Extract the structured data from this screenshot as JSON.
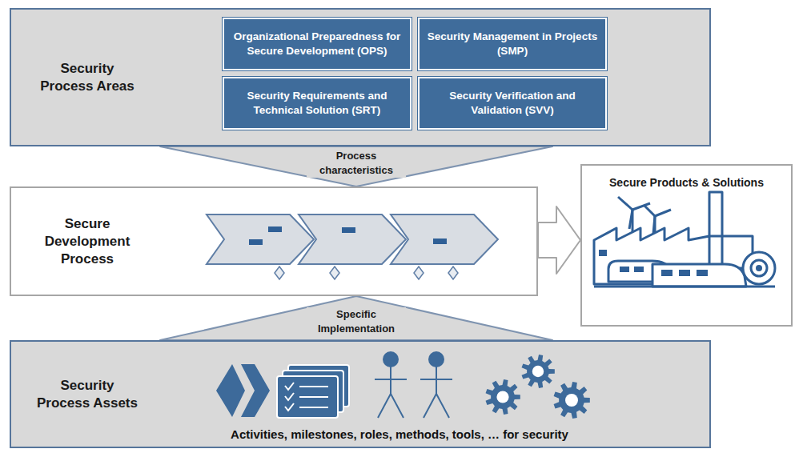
{
  "diagram": {
    "nodes": [
      {
        "text": [
          "Security Process Areas"
        ]
      },
      {
        "text": [
          "Organizational Preparedness for Secure Development (OPS)"
        ],
        "in": 0
      },
      {
        "text": [
          "Security Management in Projects (SMP)"
        ],
        "in": 0
      },
      {
        "text": [
          "Security Requirements and Technical Solution (SRT)"
        ],
        "in": 0
      },
      {
        "text": [
          "Security Verification and Validation (SVV)"
        ],
        "in": 0
      },
      {
        "text": [
          "Secure Development Process"
        ]
      },
      {
        "text": [
          "Secure Products & Solutions"
        ]
      },
      {
        "text": [
          "Security Process Assets",
          "Activities, milestones, roles, methods, tools, … for security"
        ]
      }
    ],
    "edges": [
      {
        "from": 0,
        "to": 5,
        "arrow": "to",
        "label": "Process characteristics"
      },
      {
        "from": 7,
        "to": 5,
        "arrow": "to",
        "label": "Specific Implementation"
      },
      {
        "from": 5,
        "to": 6,
        "arrow": "to"
      }
    ]
  }
}
